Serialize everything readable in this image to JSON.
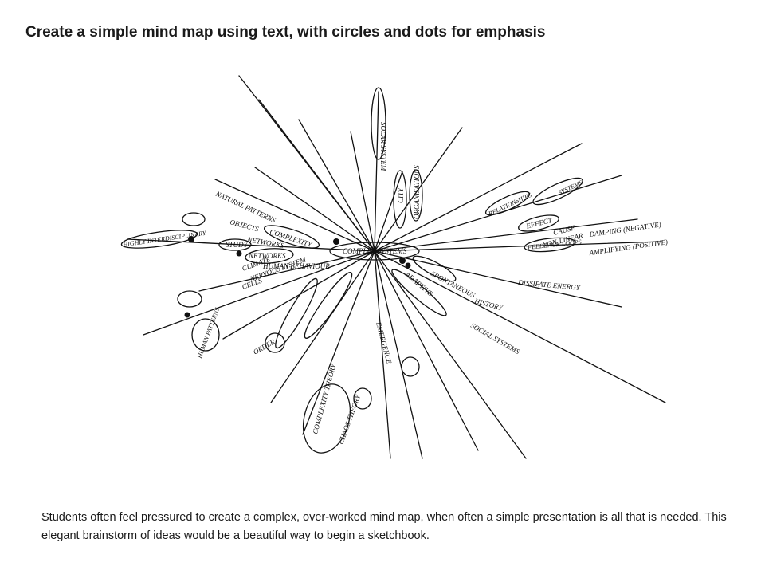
{
  "slide": {
    "title": "Create a simple mind map using text, with circles and dots for emphasis",
    "caption": "Students often feel pressured to create a complex, over-worked mind map, when often a simple presentation is all that is needed. This elegant brainstorm of ideas would be a beautiful way to begin a sketchbook."
  },
  "mindmap": {
    "center": "COMPLEX SYSTEMS",
    "nodes": [
      "COMPLEXITY",
      "NETWORKS",
      "HUMAN BEHAVIOUR",
      "STUDY",
      "HIGHLY INTERDISCIPLINARY",
      "NATURAL PATTERNS",
      "OBJECTS",
      "NETWORKS",
      "CLIMATE",
      "CELLS",
      "NERVOUS SYSTEM",
      "HUMAN PATTERNS",
      "ORDER",
      "EMERGENCE",
      "CHAOS THEORY",
      "NON-LINEAR",
      "RELATIONSHIPS",
      "EFFECT",
      "CAUSE",
      "FEEDBACK LOOPS",
      "DAMPING (NEGATIVE)",
      "AMPLIFYING (POSITIVE)",
      "HISTORY",
      "DISSIPATE ENERGY",
      "SOCIAL SYSTEMS",
      "ADAPTIVE",
      "SOLAR SYSTEM",
      "CITY",
      "ORGANISATIONS",
      "COMPLEXITY THEORY",
      "SPONTANEOUS",
      "SYSTEMS"
    ]
  }
}
